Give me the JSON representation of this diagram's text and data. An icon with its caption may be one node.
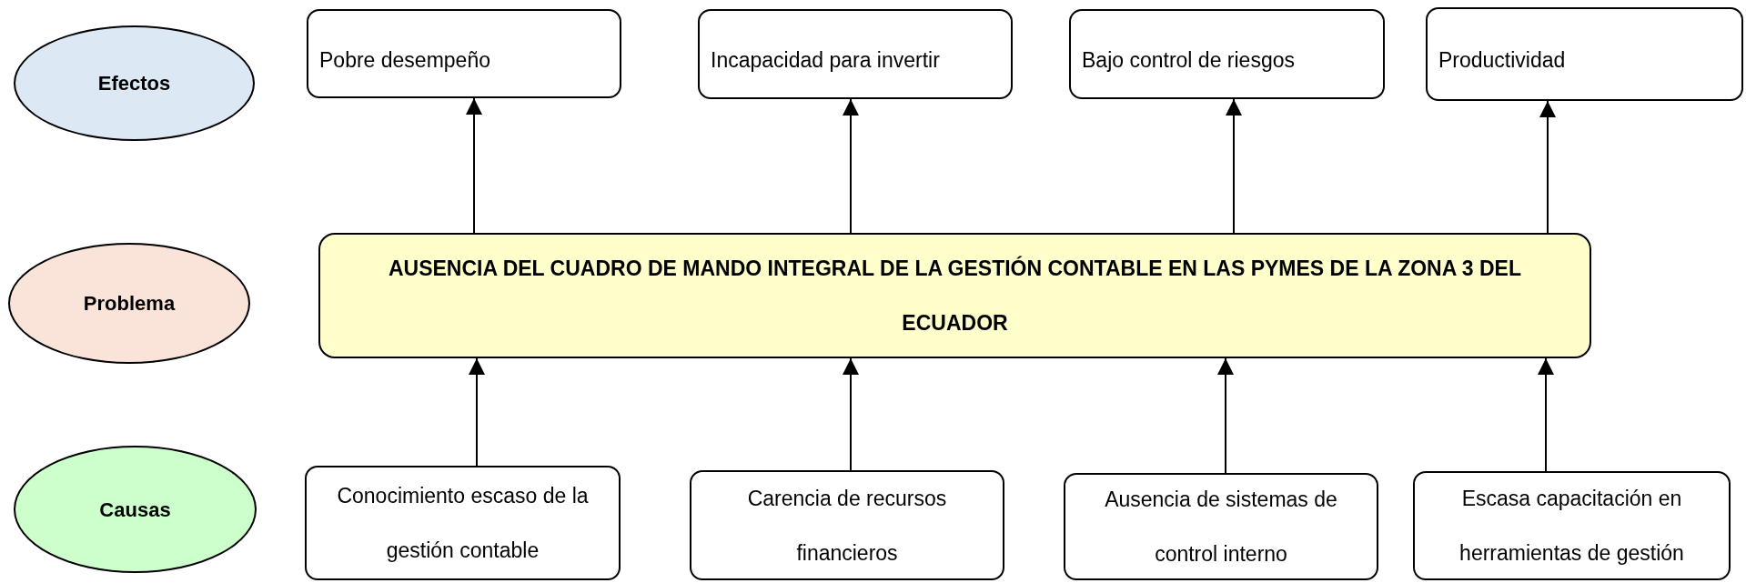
{
  "diagram": {
    "nodes": [
      {
        "text": [
          "Efectos"
        ]
      },
      {
        "text": [
          "Pobre desempeño"
        ]
      },
      {
        "text": [
          "Incapacidad para invertir"
        ]
      },
      {
        "text": [
          "Bajo control de riesgos"
        ]
      },
      {
        "text": [
          "Productividad"
        ]
      },
      {
        "text": [
          "Problema"
        ]
      },
      {
        "text": [
          "AUSENCIA DEL CUADRO DE MANDO INTEGRAL DE LA GESTIÓN CONTABLE EN LAS PYMES DE LA ZONA 3 DEL ECUADOR"
        ]
      },
      {
        "text": [
          "Causas"
        ]
      },
      {
        "text": [
          "Conocimiento escaso de la gestión contable"
        ]
      },
      {
        "text": [
          "Carencia de recursos financieros"
        ]
      },
      {
        "text": [
          "Ausencia de sistemas de control interno"
        ]
      },
      {
        "text": [
          "Escasa capacitación en herramientas de gestión"
        ]
      }
    ],
    "edges": [
      {
        "from": 6,
        "to": 1,
        "arrow": "to"
      },
      {
        "from": 6,
        "to": 2,
        "arrow": "to"
      },
      {
        "from": 6,
        "to": 3,
        "arrow": "to"
      },
      {
        "from": 6,
        "to": 4,
        "arrow": "to"
      },
      {
        "from": 8,
        "to": 6,
        "arrow": "to"
      },
      {
        "from": 9,
        "to": 6,
        "arrow": "to"
      },
      {
        "from": 10,
        "to": 6,
        "arrow": "to"
      },
      {
        "from": 11,
        "to": 6,
        "arrow": "to"
      }
    ]
  }
}
